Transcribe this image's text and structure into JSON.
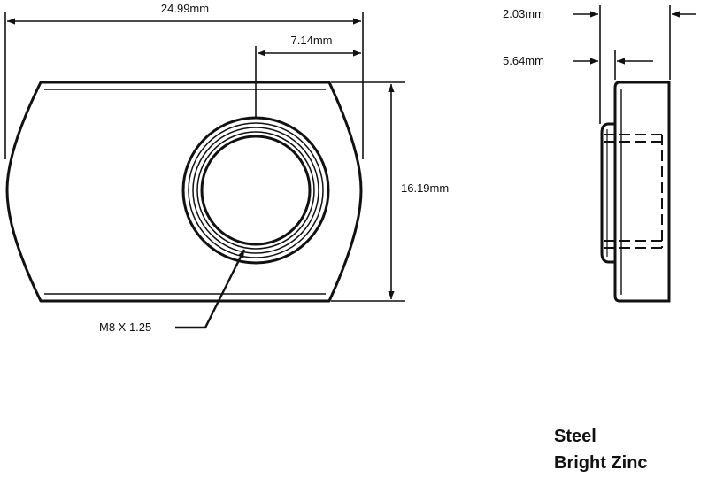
{
  "dimensions": {
    "overall_length": "24.99mm",
    "hole_offset": "7.14mm",
    "width": "16.19mm",
    "thread": "M8 X 1.25",
    "total_thickness": "2.03mm",
    "flange_thickness": "5.64mm"
  },
  "material": {
    "line1": "Steel",
    "line2": "Bright Zinc"
  },
  "colors": {
    "line": "#111111",
    "background": "#ffffff"
  }
}
